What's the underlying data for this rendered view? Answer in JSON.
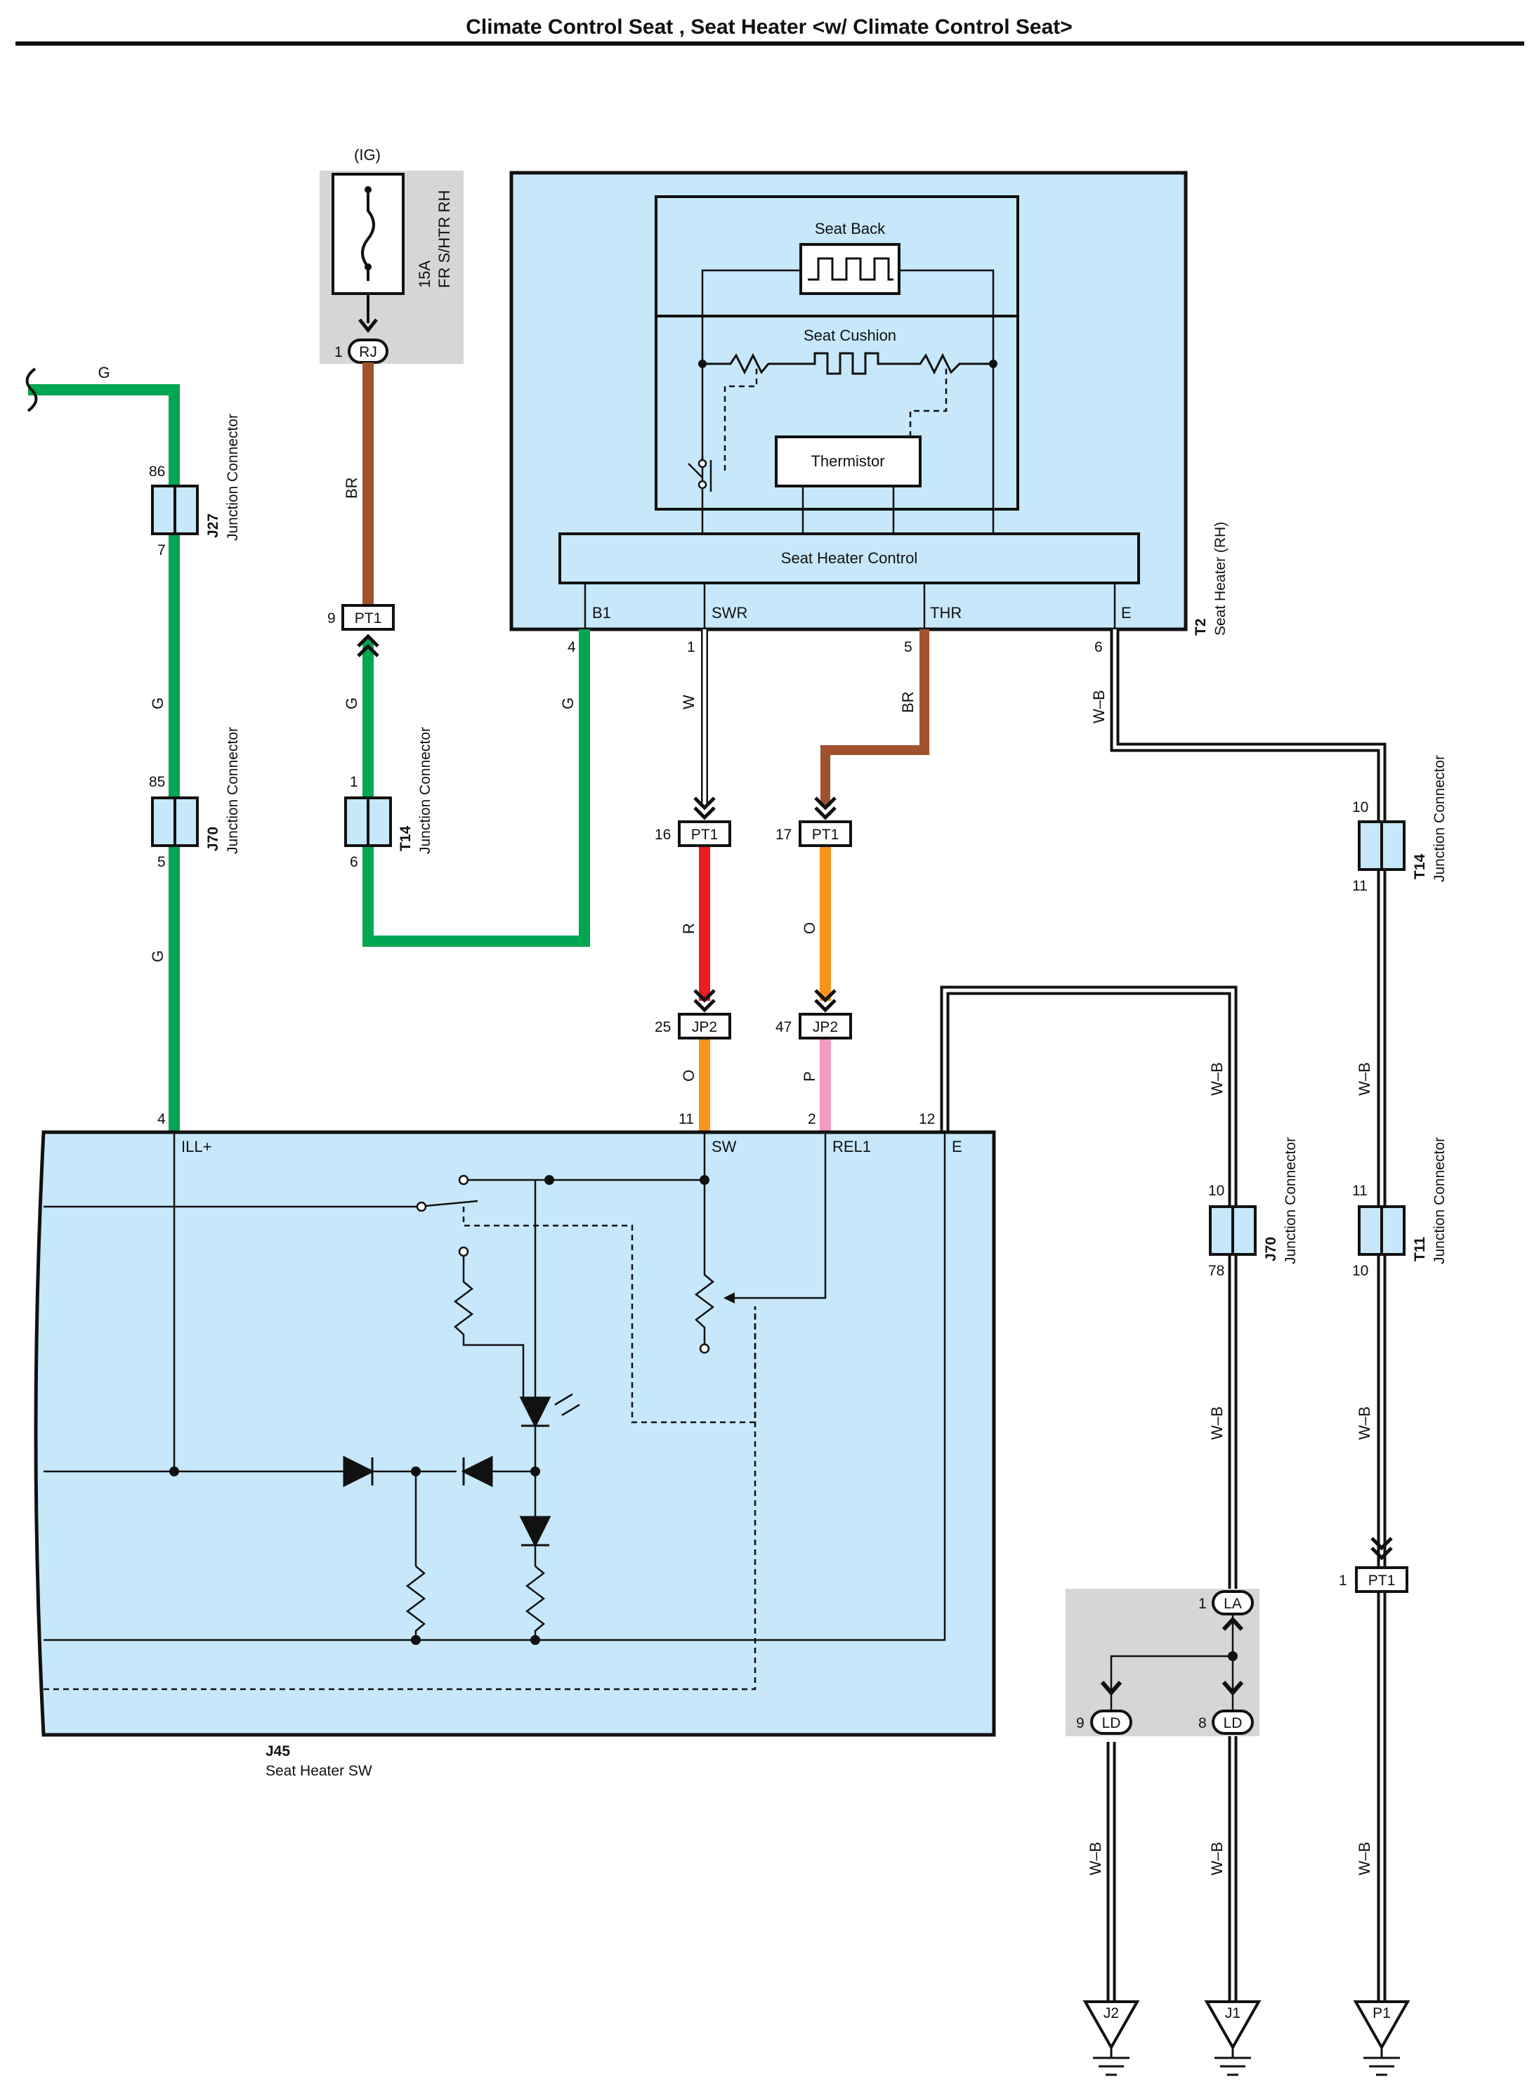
{
  "title": "Climate Control Seat , Seat Heater <w/ Climate Control Seat>",
  "fuse": {
    "supply": "(IG)",
    "rating": "15A",
    "name": "FR S/HTR RH",
    "terminal_pin": "1",
    "terminal": "RJ"
  },
  "seat_heater": {
    "id": "T2",
    "name": "Seat Heater (RH)",
    "seat_back": "Seat Back",
    "seat_cushion": "Seat Cushion",
    "thermistor": "Thermistor",
    "control": "Seat Heater Control",
    "terminals": [
      {
        "name": "B1",
        "pin": "4"
      },
      {
        "name": "SWR",
        "pin": "1"
      },
      {
        "name": "THR",
        "pin": "5"
      },
      {
        "name": "E",
        "pin": "6"
      }
    ]
  },
  "switch": {
    "id": "J45",
    "name": "Seat Heater SW",
    "terminals": [
      {
        "name": "ILL+",
        "pin": "4"
      },
      {
        "name": "SW",
        "pin": "11"
      },
      {
        "name": "REL1",
        "pin": "2"
      },
      {
        "name": "E",
        "pin": "12"
      }
    ]
  },
  "junctions": [
    {
      "id": "J27",
      "name": "Junction Connector",
      "pin_top": "86",
      "pin_bottom": "7"
    },
    {
      "id": "J70",
      "name": "Junction Connector",
      "pin_top": "85",
      "pin_bottom": "5"
    },
    {
      "id": "T14",
      "name": "Junction Connector",
      "pin_top": "1",
      "pin_bottom": "6"
    },
    {
      "id": "T14",
      "name": "Junction Connector",
      "pin_top": "10",
      "pin_bottom": "11"
    },
    {
      "id": "J70",
      "name": "Junction Connector",
      "pin_top": "10",
      "pin_bottom": "78"
    },
    {
      "id": "T11",
      "name": "Junction Connector",
      "pin_top": "11",
      "pin_bottom": "10"
    }
  ],
  "connectors": [
    {
      "pin": "9",
      "name": "PT1"
    },
    {
      "pin": "16",
      "name": "PT1"
    },
    {
      "pin": "17",
      "name": "PT1"
    },
    {
      "pin": "25",
      "name": "JP2"
    },
    {
      "pin": "47",
      "name": "JP2"
    },
    {
      "pin": "1",
      "name": "PT1"
    },
    {
      "pin": "1",
      "name": "LA"
    },
    {
      "pin": "9",
      "name": "LD"
    },
    {
      "pin": "8",
      "name": "LD"
    }
  ],
  "wire_colors": {
    "g_top": "G",
    "br_fuse": "BR",
    "g_j27": "G",
    "g_t14": "G",
    "g_b1": "G",
    "g_j70": "G",
    "w_swr": "W",
    "br_thr": "BR",
    "wb_e": "W–B",
    "r_pt1": "R",
    "o_pt1": "O",
    "o_jp2": "O",
    "p_jp2": "P",
    "wb_sw_e": "W–B",
    "wb_j70": "W–B",
    "wb_t14": "W–B",
    "wb_t11": "W–B",
    "wb_ld9": "W–B",
    "wb_ld8": "W–B",
    "wb_pt1": "W–B"
  },
  "grounds": [
    "J2",
    "J1",
    "P1"
  ],
  "colors": {
    "green": "#00a651",
    "brown": "#a0522d",
    "red": "#ed1c24",
    "orange": "#f7941d",
    "pink": "#f49ac1",
    "component": "#c6e8fa",
    "gray": "#d5d6d8"
  }
}
